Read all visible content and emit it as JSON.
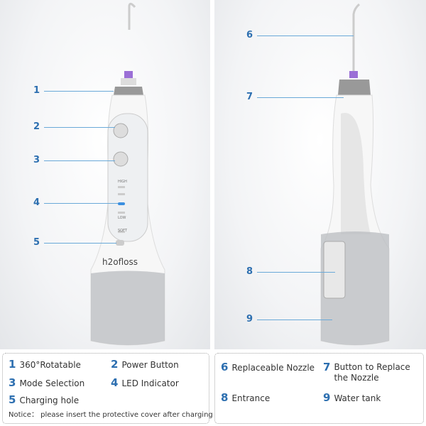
{
  "brand": "h2ofloss",
  "left_labels": [
    "1",
    "2",
    "3",
    "4",
    "5"
  ],
  "right_labels": [
    "6",
    "7",
    "8",
    "9"
  ],
  "led_labels": [
    "HIGH",
    "LOW",
    "SOFT"
  ],
  "legend_left": [
    {
      "n": "1",
      "text": "360°Rotatable"
    },
    {
      "n": "2",
      "text": "Power Button"
    },
    {
      "n": "3",
      "text": "Mode Selection"
    },
    {
      "n": "4",
      "text": "LED Indicator"
    },
    {
      "n": "5",
      "text": "Charging hole"
    }
  ],
  "notice": "Notice：  please insert the protective cover after charging",
  "legend_right": [
    {
      "n": "6",
      "text": "Replaceable Nozzle"
    },
    {
      "n": "7",
      "text": "Button to Replace the Nozzle"
    },
    {
      "n": "8",
      "text": "Entrance"
    },
    {
      "n": "9",
      "text": "Water tank"
    }
  ],
  "colors": {
    "accent": "#2d6fb0",
    "nozzle_ring": "#9b6fd6",
    "led": "#3a8fe0"
  }
}
